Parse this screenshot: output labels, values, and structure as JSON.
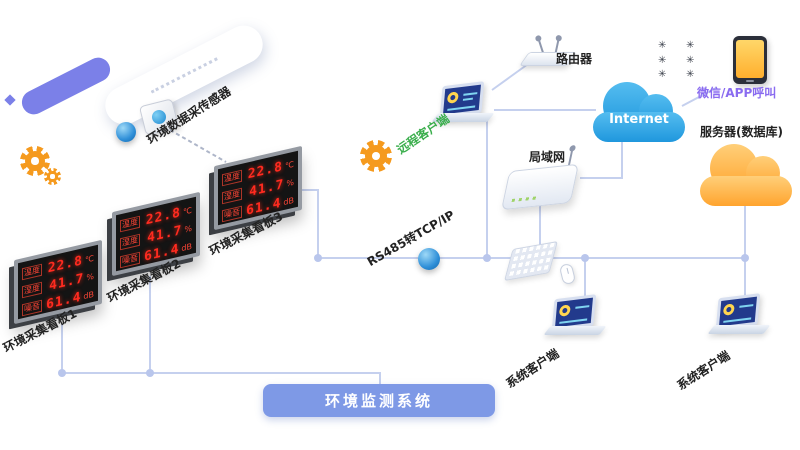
{
  "banner": {
    "label": "环境监测系统"
  },
  "sensor": {
    "label": "环境数据采传感器"
  },
  "protocol": {
    "label": "RS485转TCP/IP"
  },
  "boards": [
    {
      "name": "环境采集看板1",
      "rows": [
        {
          "label": "温度",
          "value": "22.8",
          "unit": "℃"
        },
        {
          "label": "湿度",
          "value": "41.7",
          "unit": "%"
        },
        {
          "label": "噪音",
          "value": "61.4",
          "unit": "dB"
        }
      ]
    },
    {
      "name": "环境采集看板2",
      "rows": [
        {
          "label": "温度",
          "value": "22.8",
          "unit": "℃"
        },
        {
          "label": "湿度",
          "value": "41.7",
          "unit": "%"
        },
        {
          "label": "噪音",
          "value": "61.4",
          "unit": "dB"
        }
      ]
    },
    {
      "name": "环境采集看板3",
      "rows": [
        {
          "label": "温度",
          "value": "22.8",
          "unit": "℃"
        },
        {
          "label": "湿度",
          "value": "41.7",
          "unit": "%"
        },
        {
          "label": "噪音",
          "value": "61.4",
          "unit": "dB"
        }
      ]
    }
  ],
  "network": {
    "router": "路由器",
    "remote_client": "远程客户端",
    "internet": "Internet",
    "wechat_app": "微信/APP呼叫",
    "server_db": "服务器(数据库)",
    "lan": "局域网",
    "system_client_left": "系统客户端",
    "system_client_right": "系统客户端"
  },
  "icons": {
    "sparkle": "✳"
  },
  "colors": {
    "led_text": "#ff2b20",
    "banner_bg": "#7e99e6",
    "internet_cloud": "#2ba3e3",
    "server_cloud": "#ffb23e",
    "gear": "#f59a1e",
    "remote_client_text": "#3aae4c",
    "wechat_text": "#8a6cf0",
    "connector_line": "#c5d0ee",
    "accent_purple": "#7b80e8"
  }
}
